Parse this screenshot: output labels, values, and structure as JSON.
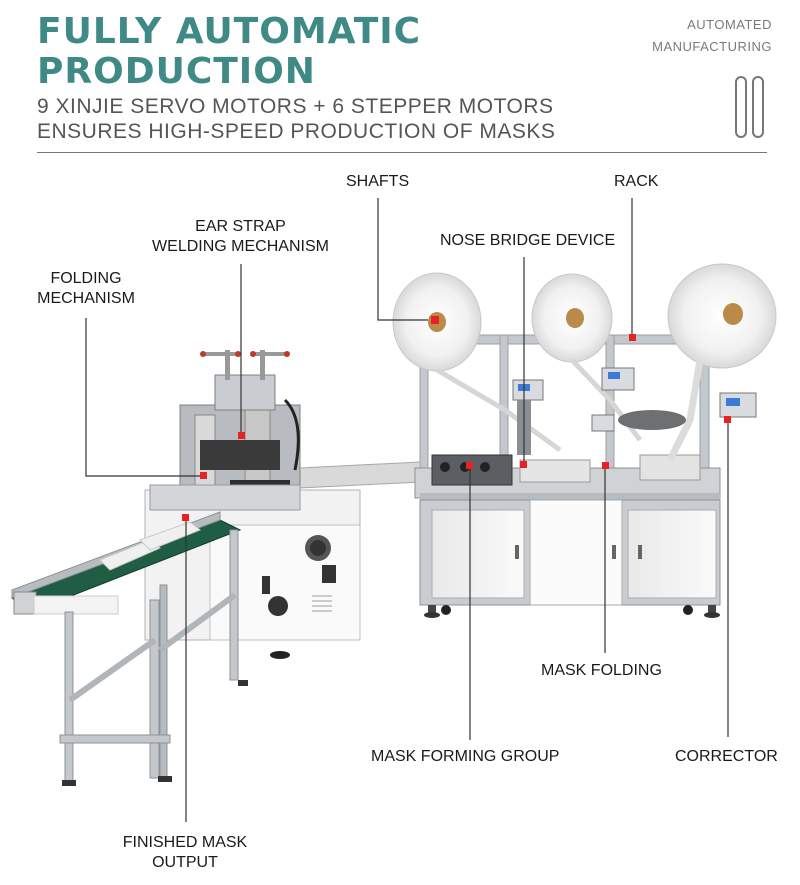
{
  "header": {
    "title_line1": "FULLY AUTOMATIC",
    "title_line2": "PRODUCTION",
    "subtitle_line1": "9 XINJIE SERVO MOTORS + 6 STEPPER MOTORS",
    "subtitle_line2": "ENSURES HIGH-SPEED PRODUCTION OF MASKS",
    "corner_line1": "AUTOMATED",
    "corner_line2": "MANUFACTURING"
  },
  "labels": {
    "shafts": "SHAFTS",
    "rack": "RACK",
    "ear_strap_1": "EAR STRAP",
    "ear_strap_2": "WELDING MECHANISM",
    "nose_bridge": "NOSE BRIDGE DEVICE",
    "folding_1": "FOLDING",
    "folding_2": "MECHANISM",
    "mask_folding": "MASK FOLDING",
    "mask_forming": "MASK FORMING GROUP",
    "corrector": "CORRECTOR",
    "finished_1": "FINISHED MASK",
    "finished_2": "OUTPUT"
  },
  "colors": {
    "title": "#3f8a86",
    "marker": "#e8231f",
    "frame": "#b9bdc1",
    "cabinet": "#f4f4f4"
  }
}
